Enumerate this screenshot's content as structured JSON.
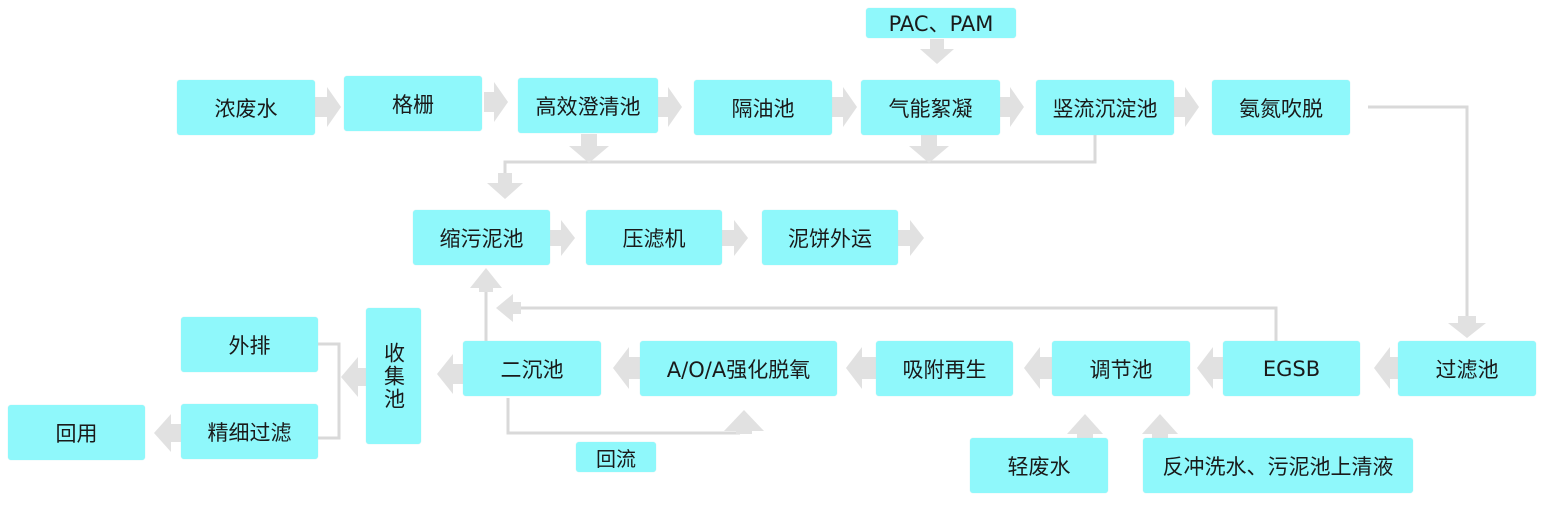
{
  "nodes": {
    "pac_pam": "PAC、PAM",
    "concentrated_wastewater": "浓废水",
    "grille": "格栅",
    "high_efficiency_clarifier": "高效澄清池",
    "oil_separator": "隔油池",
    "air_flotation": "气能絮凝",
    "vertical_settling_tank": "竖流沉淀池",
    "ammonia_stripping": "氨氮吹脱",
    "sludge_thickener": "缩污泥池",
    "filter_press": "压滤机",
    "sludge_cake_transport": "泥饼外运",
    "filter_tank": "过滤池",
    "egsb": "EGSB",
    "regulating_tank": "调节池",
    "adsorption_regeneration": "吸附再生",
    "aoa_denitrification": "A/O/A强化脱氧",
    "secondary_settling_tank": "二沉池",
    "collection_tank": "收集池",
    "discharge": "外排",
    "fine_filtration": "精细过滤",
    "reuse": "回用",
    "reflux": "回流",
    "light_wastewater": "轻废水",
    "backwash_water": "反冲洗水、污泥池上清液"
  },
  "colors": {
    "node_fill": "#8ff8fb",
    "arrow": "#e1e1e1",
    "line": "#d9d9d9"
  }
}
